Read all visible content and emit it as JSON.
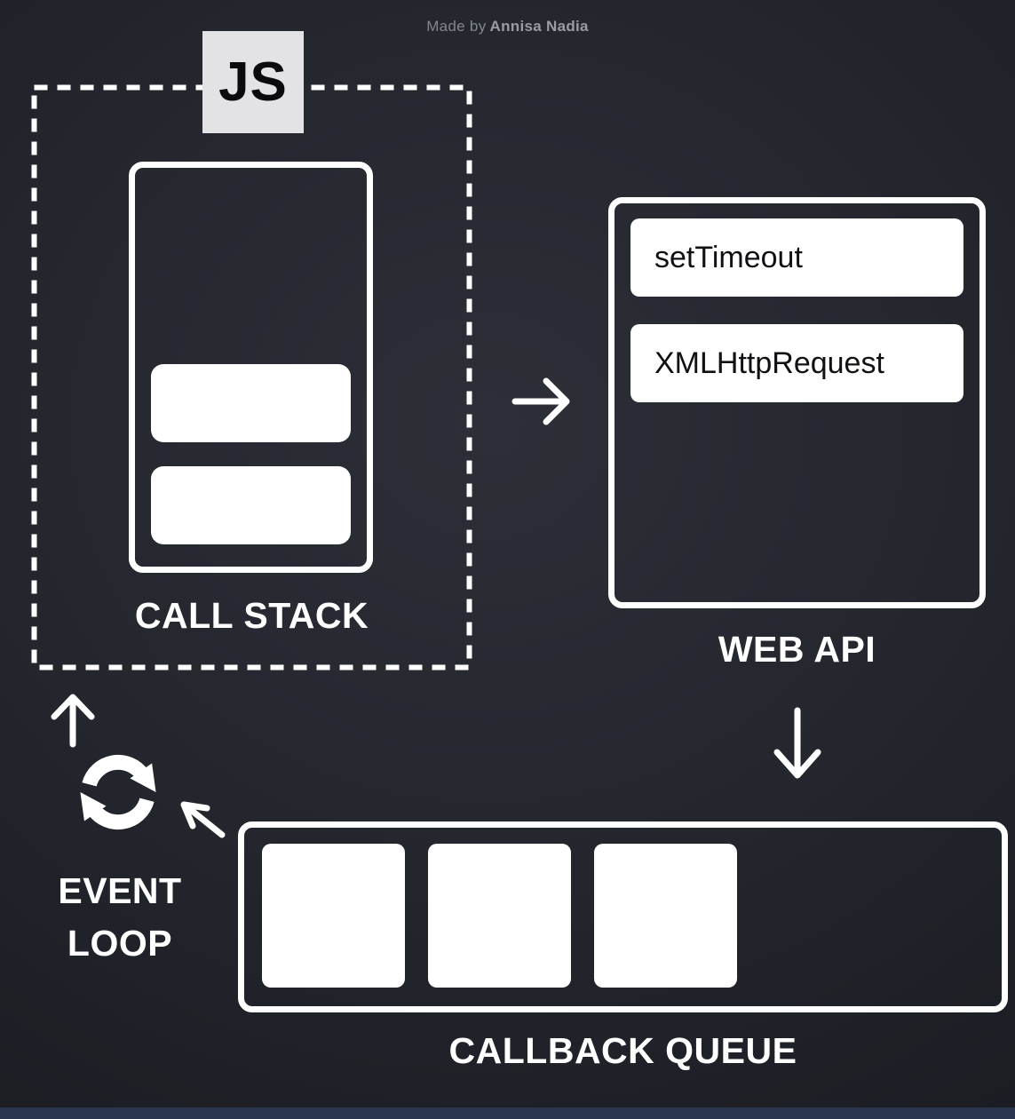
{
  "credit": {
    "made_by": "Made by",
    "author": "Annisa Nadia"
  },
  "js_badge": {
    "label": "JS"
  },
  "call_stack": {
    "label": "CALL STACK",
    "frame_count": 2
  },
  "web_api": {
    "label": "WEB API",
    "items": [
      {
        "label": "setTimeout"
      },
      {
        "label": "XMLHttpRequest"
      }
    ]
  },
  "callback_queue": {
    "label": "CALLBACK QUEUE",
    "slot_count": 3
  },
  "event_loop": {
    "label": "EVENT LOOP"
  },
  "colors": {
    "background_center": "#2d2f38",
    "background_edge": "#1a1c22",
    "outline": "#ffffff",
    "box_fill": "#ffffff",
    "badge_background": "#e3e3e5",
    "badge_text": "#0b0b0f",
    "label_text": "#ffffff",
    "item_text": "#101114",
    "credit_text": "#83868e",
    "bottom_bar": "#2b3550"
  }
}
